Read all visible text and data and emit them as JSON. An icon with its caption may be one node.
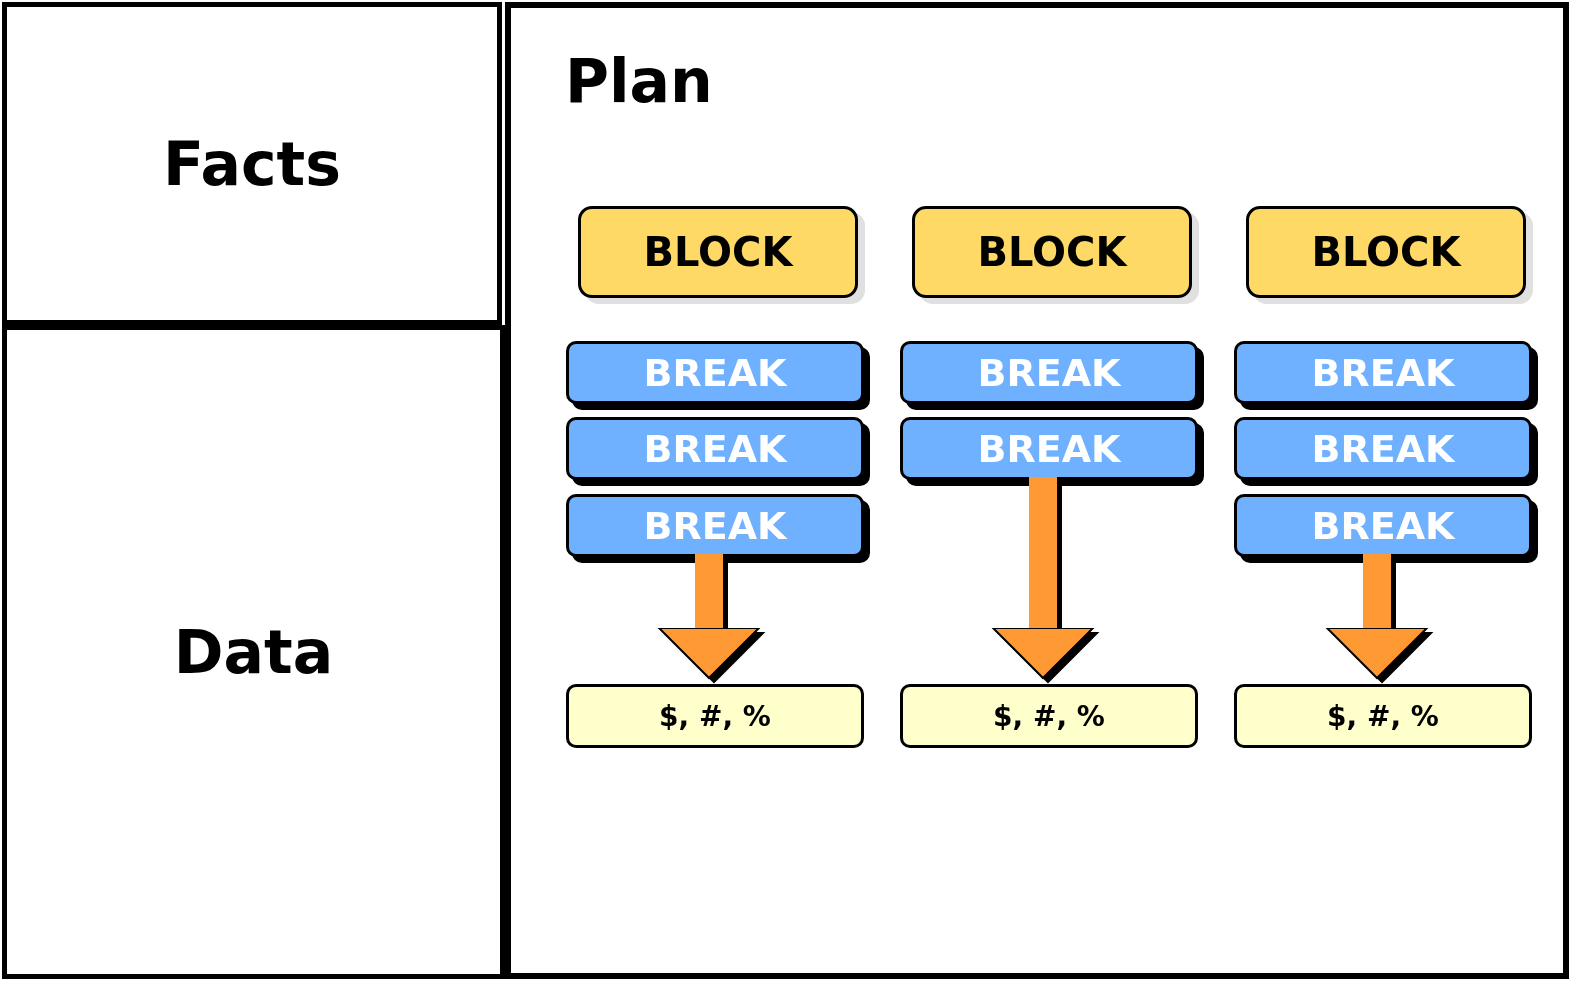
{
  "diagram": {
    "nodes": [
      {
        "text": [
          "Facts"
        ]
      },
      {
        "text": [
          "Data"
        ]
      },
      {
        "text": [
          "Plan"
        ]
      },
      {
        "text": [
          "BLOCK"
        ],
        "in": 2
      },
      {
        "text": [
          "BREAK"
        ],
        "in": 2
      },
      {
        "text": [
          "BREAK"
        ],
        "in": 2
      },
      {
        "text": [
          "BREAK"
        ],
        "in": 2
      },
      {
        "text": [
          "$, #, %"
        ],
        "in": 2
      },
      {
        "text": [
          "BLOCK"
        ],
        "in": 2
      },
      {
        "text": [
          "BREAK"
        ],
        "in": 2
      },
      {
        "text": [
          "BREAK"
        ],
        "in": 2
      },
      {
        "text": [
          "$, #, %"
        ],
        "in": 2
      },
      {
        "text": [
          "BLOCK"
        ],
        "in": 2
      },
      {
        "text": [
          "BREAK"
        ],
        "in": 2
      },
      {
        "text": [
          "BREAK"
        ],
        "in": 2
      },
      {
        "text": [
          "BREAK"
        ],
        "in": 2
      },
      {
        "text": [
          "$, #, %"
        ],
        "in": 2
      }
    ],
    "edges": [
      {
        "from": 6,
        "to": 7,
        "arrow": "to"
      },
      {
        "from": 10,
        "to": 11,
        "arrow": "to"
      },
      {
        "from": 15,
        "to": 16,
        "arrow": "to"
      }
    ]
  }
}
